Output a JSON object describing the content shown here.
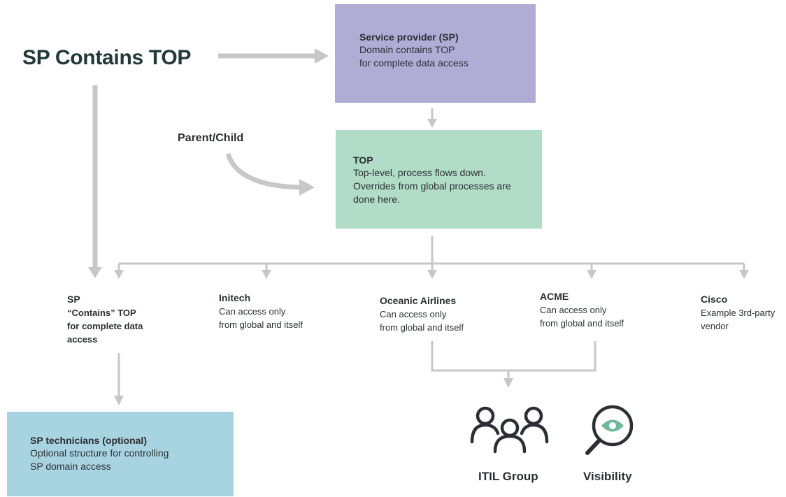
{
  "title": "SP Contains TOP",
  "parent_child_label": "Parent/Child",
  "boxes": {
    "service_provider": {
      "title": "Service provider (SP)",
      "lines": [
        "Domain contains TOP",
        "for complete data access"
      ]
    },
    "top": {
      "title": "TOP",
      "lines": [
        "Top-level, process flows down.",
        "Overrides from global processes are",
        "done here."
      ]
    },
    "sp_technicians": {
      "title": "SP technicians (optional)",
      "lines": [
        "Optional structure for controlling",
        "SP domain access"
      ]
    }
  },
  "nodes": {
    "sp": {
      "title": "SP",
      "lines": [
        "“Contains” TOP",
        "for complete data",
        "access"
      ]
    },
    "initech": {
      "title": "Initech",
      "lines": [
        "Can access only",
        "from global and itself"
      ]
    },
    "oceanic": {
      "title": "Oceanic Airlines",
      "lines": [
        "Can access only",
        "from global and itself"
      ]
    },
    "acme": {
      "title": "ACME",
      "lines": [
        "Can access only",
        "from global and itself"
      ]
    },
    "cisco": {
      "title": "Cisco",
      "lines": [
        "Example 3rd-party",
        "vendor"
      ]
    }
  },
  "icons": {
    "itil_group": {
      "icon": "people-group-icon",
      "label": "ITIL Group"
    },
    "visibility": {
      "icon": "magnifier-eye-icon",
      "label": "Visibility"
    }
  },
  "colors": {
    "service_provider_box": "#b1acd6",
    "top_box": "#b1dcc8",
    "technicians_box": "#a8d4e2",
    "connector": "#c7c7c7",
    "title_text": "#22383a",
    "visibility_eye": "#6fb89a"
  }
}
